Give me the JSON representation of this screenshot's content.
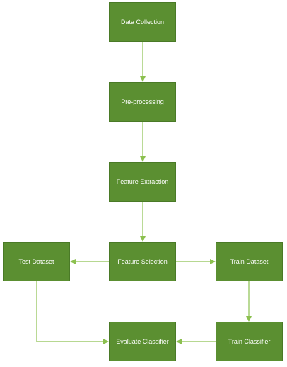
{
  "nodes": {
    "data_collection": "Data Collection",
    "pre_processing": "Pre-processing",
    "feature_extraction": "Feature Extraction",
    "feature_selection": "Feature Selection",
    "test_dataset": "Test Dataset",
    "train_dataset": "Train Dataset",
    "evaluate_classifier": "Evaluate Classifier",
    "train_classifier": "Train Classifier"
  },
  "edges": [
    {
      "from": "data_collection",
      "to": "pre_processing"
    },
    {
      "from": "pre_processing",
      "to": "feature_extraction"
    },
    {
      "from": "feature_extraction",
      "to": "feature_selection"
    },
    {
      "from": "feature_selection",
      "to": "test_dataset"
    },
    {
      "from": "feature_selection",
      "to": "train_dataset"
    },
    {
      "from": "train_dataset",
      "to": "train_classifier"
    },
    {
      "from": "train_classifier",
      "to": "evaluate_classifier"
    },
    {
      "from": "test_dataset",
      "to": "evaluate_classifier"
    }
  ],
  "colors": {
    "box_fill": "#5b8f31",
    "box_border": "#4a7a27",
    "connector": "#8cc04f",
    "text": "#ffffff"
  }
}
